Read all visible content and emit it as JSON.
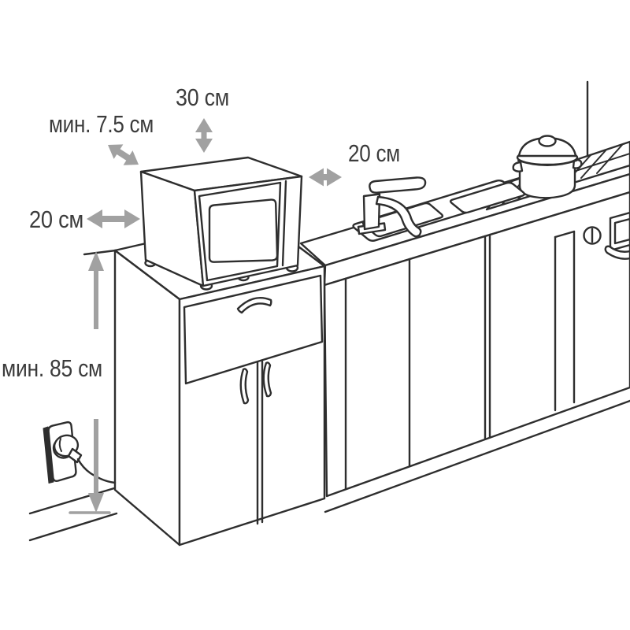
{
  "diagram": {
    "type": "microwave-installation-clearance-diagram",
    "labels": {
      "top_clearance": "30 см",
      "rear_diagonal_clearance": "мин. 7.5 см",
      "left_clearance": "20 см",
      "right_clearance": "20 см",
      "min_height_from_floor": "мин. 85 см"
    },
    "colors": {
      "line": "#2e2e2e",
      "arrow": "#a1a1a1",
      "text": "#3c3c3c",
      "background": "#ffffff"
    }
  }
}
